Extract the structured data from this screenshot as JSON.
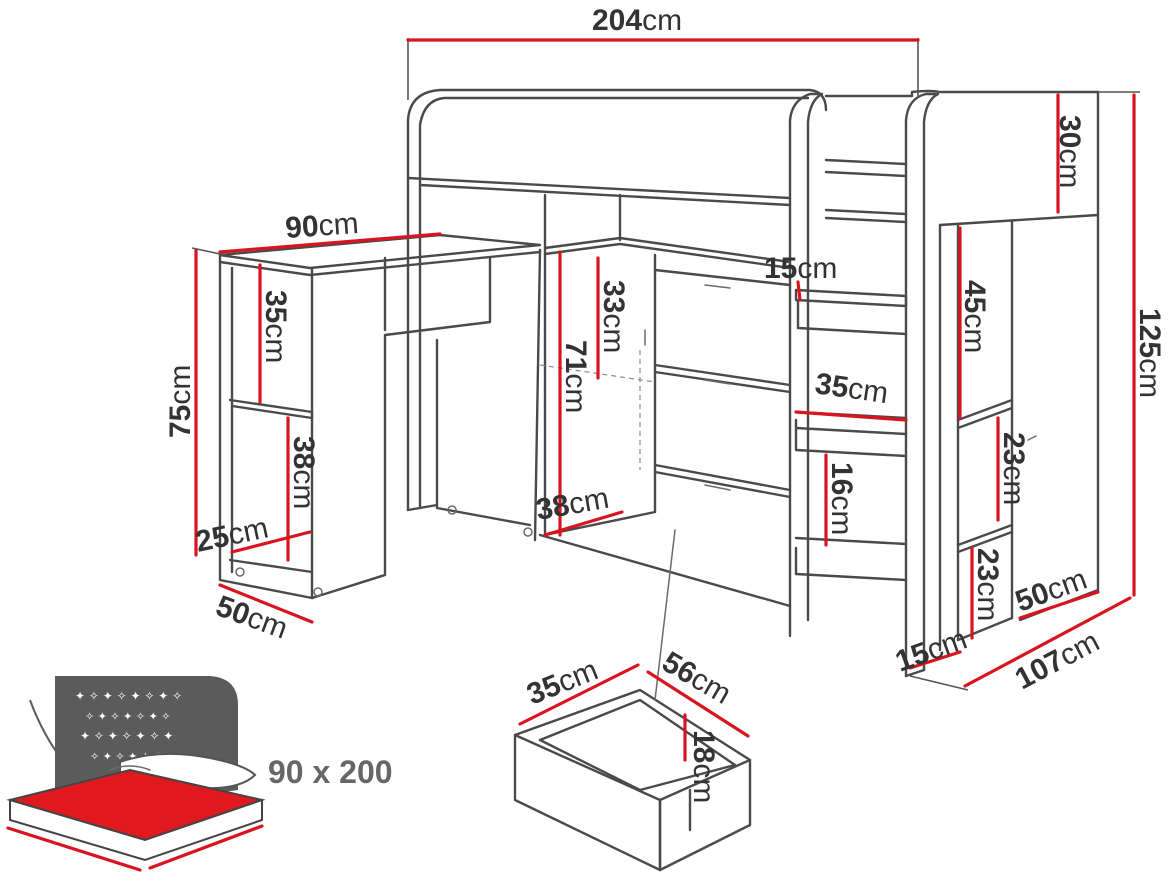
{
  "unit": "cm",
  "dimensions": {
    "total_width": "204",
    "height_total": "125",
    "depth_total": "107",
    "top_rail": "30",
    "desk_width": "90",
    "desk_height": "75",
    "desk_upper_shelf": "35",
    "desk_lower_shelf": "38",
    "desk_shelf_depth": "25",
    "desk_depth": "50",
    "cabinet_upper": "33",
    "cabinet_height": "71",
    "cabinet_depth": "38",
    "step_top": "15",
    "step_width": "35",
    "step_height": "16",
    "ladder_upper": "45",
    "side_shelf_1": "23",
    "side_shelf_2": "23",
    "side_depth": "50",
    "bottom_step": "15",
    "drawer_width": "35",
    "drawer_depth": "56",
    "drawer_height": "18"
  },
  "mattress_size": "90 x 200",
  "colors": {
    "accent": "#d9141f",
    "line": "#4a4a4a",
    "panel": "#5b5b5b",
    "mattress": "#e0191f"
  },
  "icons": [
    "star-pattern"
  ]
}
